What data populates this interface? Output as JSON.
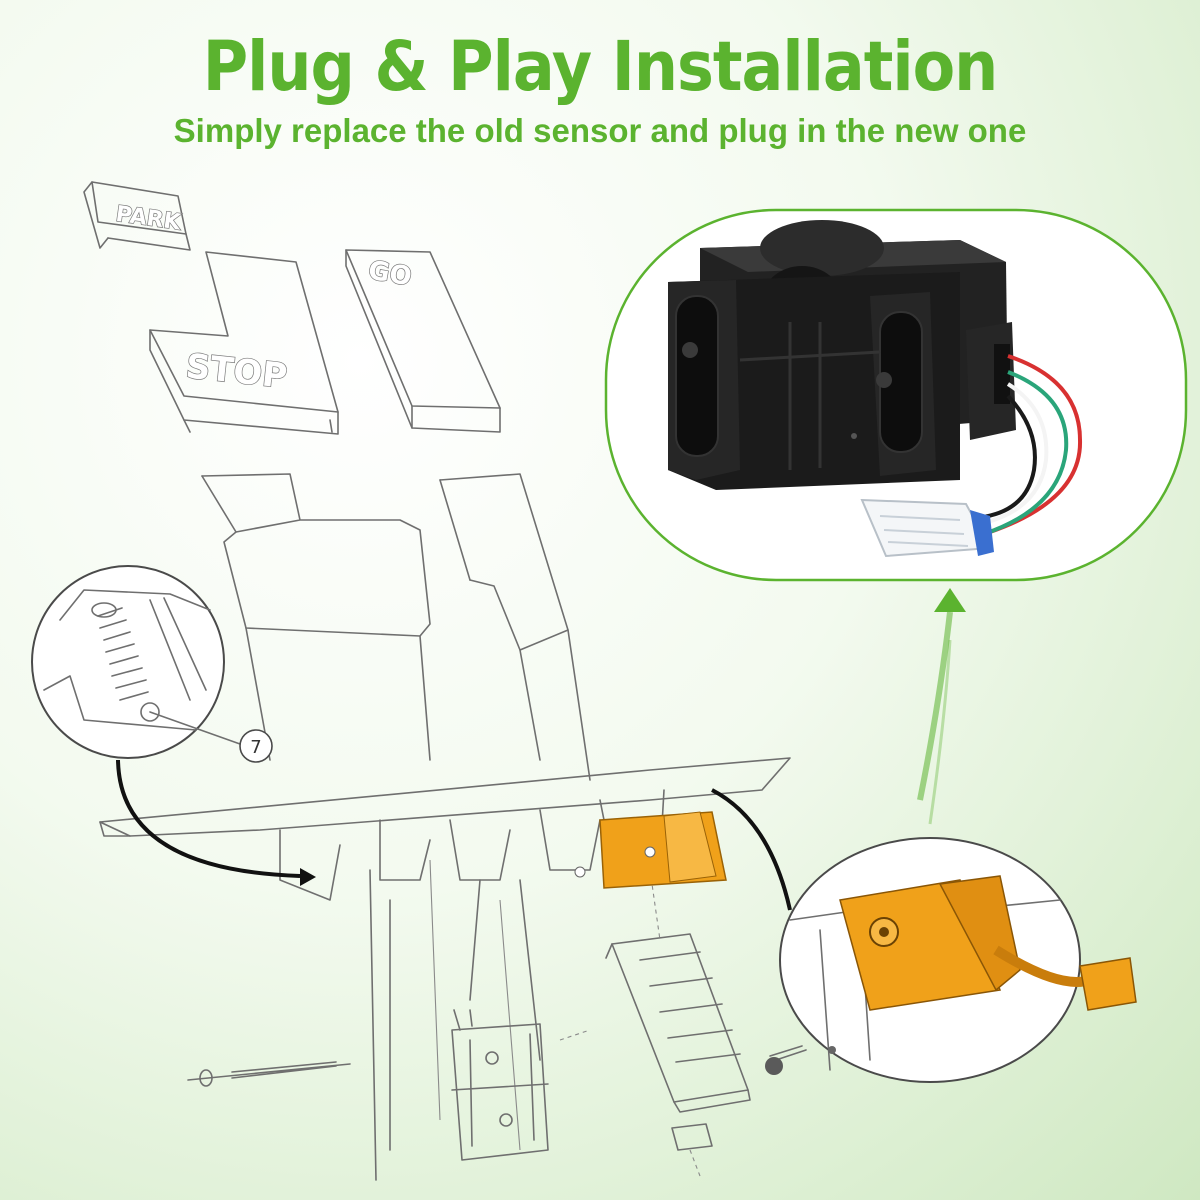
{
  "header": {
    "title": "Plug & Play Installation",
    "subtitle": "Simply replace the old sensor and plug in the new one"
  },
  "diagram": {
    "label_park": "PARK",
    "label_stop": "STOP",
    "label_go": "GO",
    "callout_number": "7"
  },
  "colors": {
    "accent": "#5bb32f",
    "highlight": "#f0a11a",
    "sensor_body": "#1e1e1e"
  }
}
